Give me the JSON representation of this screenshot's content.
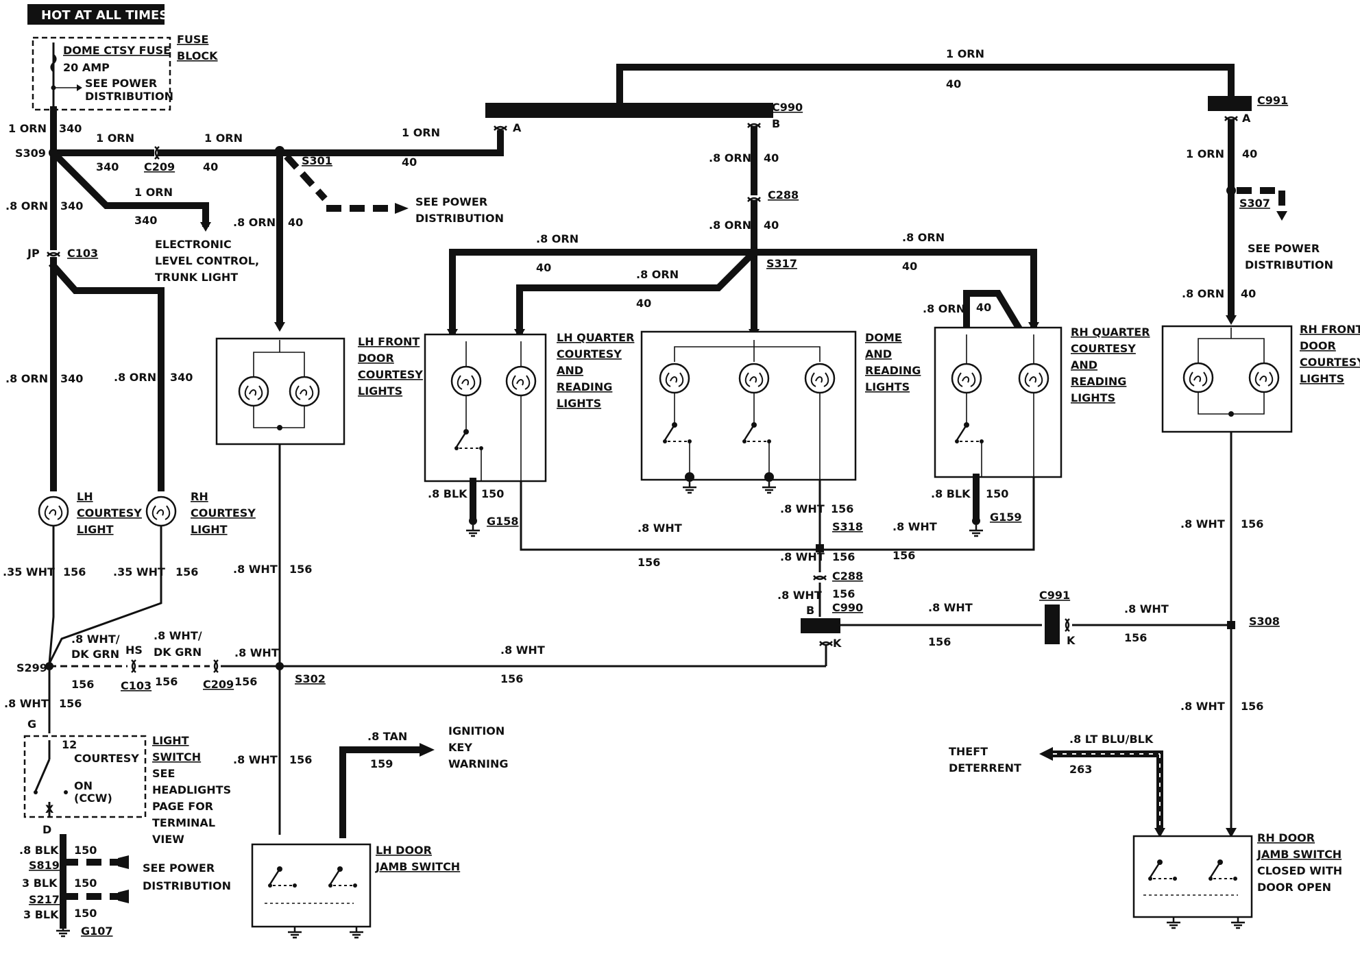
{
  "header": {
    "hot_label": "HOT AT ALL TIMES"
  },
  "fuse_block": {
    "fuse_name": "DOME CTSY FUSE",
    "rating": "20 AMP",
    "see_power_1": "SEE POWER",
    "see_power_2": "DISTRIBUTION",
    "block_1": "FUSE",
    "block_2": "BLOCK"
  },
  "wires": {
    "w1orn": "1 ORN",
    "w8orn": ".8 ORN",
    "c340": "340",
    "c40": "40",
    "w8wht": ".8 WHT",
    "w35wht": ".35 WHT",
    "c156": "156",
    "w8blk": ".8 BLK",
    "w3blk": "3 BLK",
    "c150": "150",
    "w8wht_dkgrn_1": ".8 WHT/",
    "w8wht_dkgrn_2": "DK GRN",
    "w8tan": ".8 TAN",
    "c159": "159",
    "w8ltblublk": ".8 LT BLU/BLK",
    "c263": "263"
  },
  "splices": {
    "s309": "S309",
    "s301": "S301",
    "s317": "S317",
    "s307": "S307",
    "s318": "S318",
    "s308": "S308",
    "s302": "S302",
    "s299": "S299",
    "s819": "S819",
    "s217": "S217"
  },
  "connectors": {
    "c209": "C209",
    "c990": "C990",
    "c991": "C991",
    "c288": "C288",
    "c103": "C103",
    "pin_a": "A",
    "pin_b": "B",
    "pin_k": "K",
    "pin_jp": "JP",
    "pin_hs": "HS",
    "pin_g": "G",
    "pin_d": "D",
    "pin_x": "X",
    "pin_12": "12"
  },
  "grounds": {
    "g158": "G158",
    "g159": "G159",
    "g107": "G107"
  },
  "labels": {
    "see_power": "SEE POWER",
    "distribution": "DISTRIBUTION",
    "elc_1": "ELECTRONIC",
    "elc_2": "LEVEL CONTROL,",
    "elc_3": "TRUNK LIGHT",
    "lh_front_1": "LH FRONT",
    "lh_front_2": "DOOR",
    "lh_front_3": "COURTESY",
    "lh_front_4": "LIGHTS",
    "lhq_1": "LH QUARTER",
    "lhq_2": "COURTESY",
    "lhq_3": "AND",
    "lhq_4": "READING",
    "lhq_5": "LIGHTS",
    "dome_1": "DOME",
    "dome_2": "AND",
    "dome_3": "READING",
    "dome_4": "LIGHTS",
    "rhq_1": "RH QUARTER",
    "rhq_2": "COURTESY",
    "rhq_3": "AND",
    "rhq_4": "READING",
    "rhq_5": "LIGHTS",
    "rh_front_1": "RH FRONT",
    "rh_front_2": "DOOR",
    "rh_front_3": "COURTESY",
    "rh_front_4": "LIGHTS",
    "lh_court_1": "LH",
    "lh_court_2": "COURTESY",
    "lh_court_3": "LIGHT",
    "rh_court_1": "RH",
    "rh_court_2": "COURTESY",
    "rh_court_3": "LIGHT",
    "ls_1": "LIGHT",
    "ls_2": "SWITCH",
    "ls_3": "SEE",
    "ls_4": "HEADLIGHTS",
    "ls_5": "PAGE FOR",
    "ls_6": "TERMINAL",
    "ls_7": "VIEW",
    "ls_courtesy": "COURTESY",
    "ls_on": "ON",
    "ls_ccw": "(CCW)",
    "ign_1": "IGNITION",
    "ign_2": "KEY",
    "ign_3": "WARNING",
    "lhj_1": "LH DOOR",
    "lhj_2": "JAMB SWITCH",
    "theft_1": "THEFT",
    "theft_2": "DETERRENT",
    "rhj_1": "RH DOOR",
    "rhj_2": "JAMB SWITCH",
    "rhj_3": "CLOSED WITH",
    "rhj_4": "DOOR OPEN"
  }
}
